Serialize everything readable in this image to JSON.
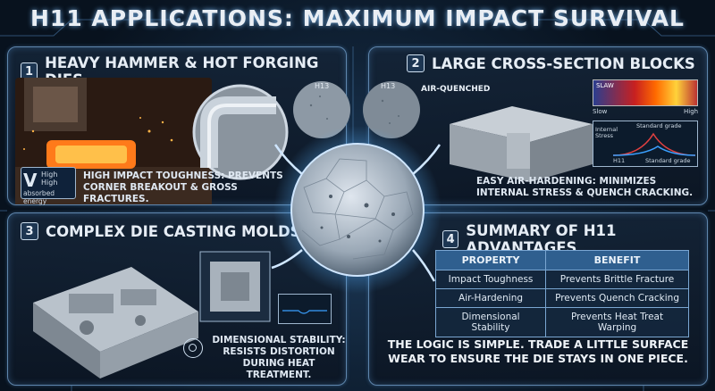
{
  "title": "H11 APPLICATIONS: MAXIMUM IMPACT SURVIVAL",
  "panel1": {
    "number": "1",
    "heading": "HEAVY HAMMER & HOT FORGING DIES",
    "badge_line1": "High",
    "badge_line2": "High",
    "badge_line3": "absorbed energy",
    "caption": "HIGH IMPACT TOUGHNESS: PREVENTS CORNER BREAKOUT & GROSS FRACTURES."
  },
  "panel2": {
    "number": "2",
    "heading": "LARGE CROSS-SECTION BLOCKS",
    "label_h13_a": "H13",
    "label_h13_b": "H13",
    "air_quenched": "AIR-QUENCHED",
    "heat_top": "SLAW",
    "heat_left": "Slow",
    "heat_right": "High",
    "stress_axis": "Internal Stress",
    "stress_std1": "Standard grade",
    "stress_h11": "H11",
    "stress_std2": "Standard grade",
    "caption": "EASY AIR-HARDENING: MINIMIZES INTERNAL STRESS & QUENCH CRACKING."
  },
  "panel3": {
    "number": "3",
    "heading": "COMPLEX DIE CASTING MOLDS",
    "caption": "DIMENSIONAL STABILITY: RESISTS DISTORTION DURING HEAT TREATMENT."
  },
  "panel4": {
    "number": "4",
    "heading": "SUMMARY OF H11 ADVANTAGES",
    "table_header": [
      "PROPERTY",
      "BENEFIT"
    ],
    "rows": [
      [
        "Impact Toughness",
        "Prevents Brittle Fracture"
      ],
      [
        "Air-Hardening",
        "Prevents Quench Cracking"
      ],
      [
        "Dimensional Stability",
        "Prevents Heat Treat Warping"
      ]
    ],
    "summary": "THE LOGIC IS SIMPLE. TRADE A LITTLE SURFACE WEAR TO ENSURE THE DIE STAYS IN ONE PIECE."
  },
  "colors": {
    "accent": "#5f86ad",
    "glow": "#6aa3d8",
    "table_head": "#2f5f8f"
  }
}
